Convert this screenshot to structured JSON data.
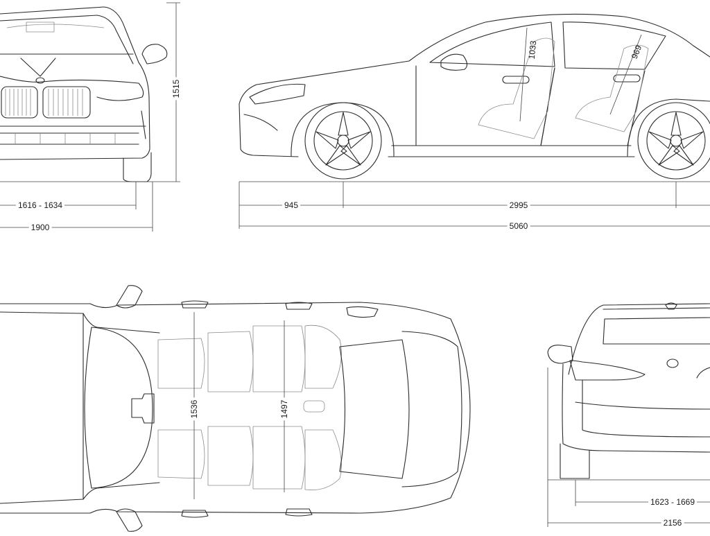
{
  "dimensions": {
    "front_track": "1616 - 1634",
    "front_width": "1900",
    "height": "1515",
    "front_overhang": "945",
    "wheelbase": "2995",
    "length": "5060",
    "front_headroom": "1033",
    "rear_headroom": "969",
    "front_shoulder": "1536",
    "rear_shoulder": "1497",
    "rear_track": "1623 - 1669",
    "mirror_width": "2156"
  }
}
